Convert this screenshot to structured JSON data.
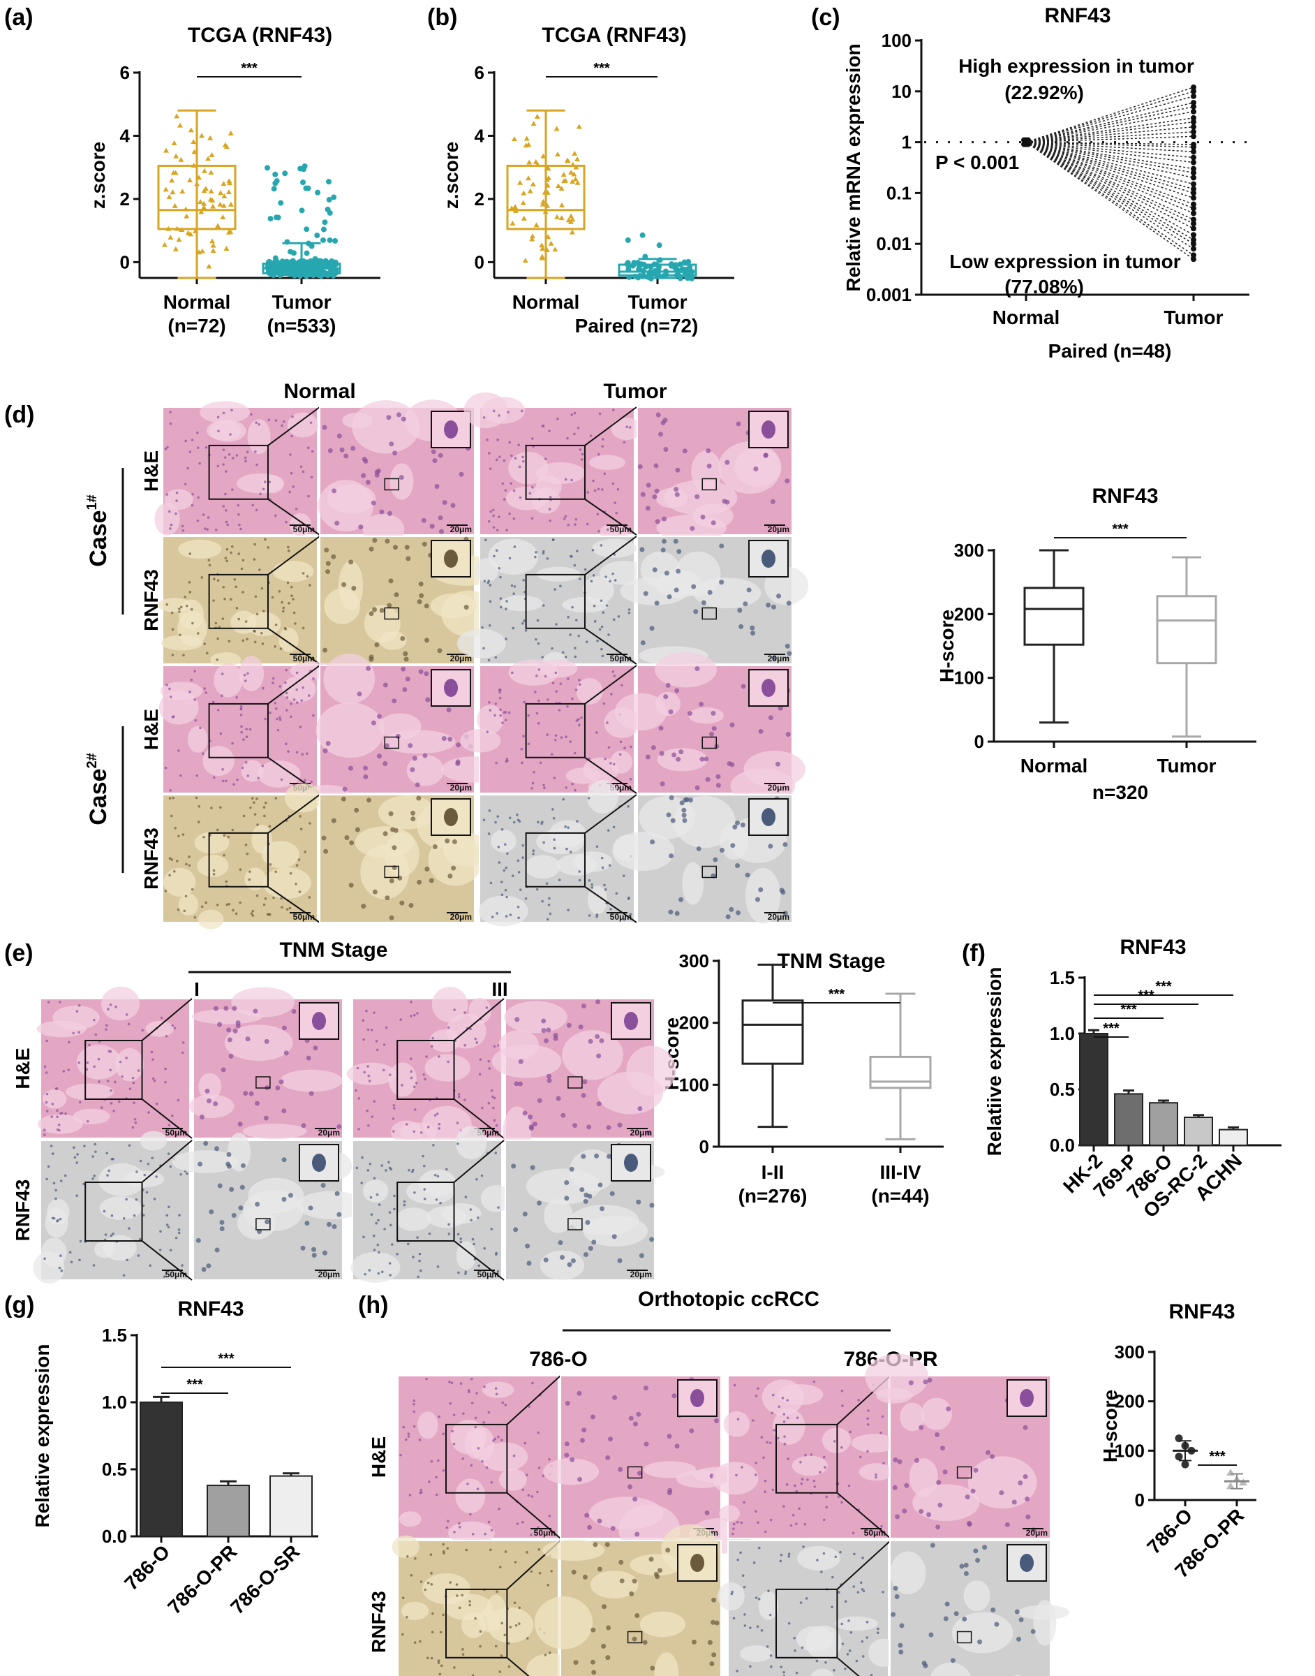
{
  "panel_labels": [
    "(a)",
    "(b)",
    "(c)",
    "(d)",
    "(e)",
    "(f)",
    "(g)",
    "(h)"
  ],
  "colors": {
    "normal": "#d9a521",
    "tumor": "#26a7b0",
    "dark": "#333333",
    "gray1": "#6e6e6e",
    "gray2": "#a0a0a0",
    "gray3": "#c8c8c8",
    "gray4": "#eeeeee",
    "he": "#e3a7c4",
    "ihc_normal": "#d8c79c",
    "ihc_tumor": "#cfcfcf"
  },
  "significance": "***",
  "chart_data": [
    {
      "id": "a",
      "type": "box",
      "title": "TCGA (RNF43)",
      "ylabel": "z.score",
      "ylim": [
        -0.5,
        6
      ],
      "yticks": [
        0,
        2,
        4,
        6
      ],
      "categories": [
        "Normal",
        "Tumor"
      ],
      "category_sublabels": [
        "(n=72)",
        "(n=533)"
      ],
      "boxes": [
        {
          "min": -0.5,
          "q1": 1.05,
          "median": 1.65,
          "q3": 3.05,
          "max": 4.8
        },
        {
          "min": -0.4,
          "q1": -0.35,
          "median": -0.2,
          "q3": -0.05,
          "max": 0.6
        }
      ]
    },
    {
      "id": "b",
      "type": "box",
      "title": "TCGA (RNF43)",
      "ylabel": "z.score",
      "ylim": [
        -0.5,
        6
      ],
      "yticks": [
        0,
        2,
        4,
        6
      ],
      "categories": [
        "Normal",
        "Tumor"
      ],
      "xlabel": "Paired (n=72)",
      "boxes": [
        {
          "min": -0.5,
          "q1": 1.05,
          "median": 1.65,
          "q3": 3.05,
          "max": 4.8
        },
        {
          "min": -0.5,
          "q1": -0.42,
          "median": -0.3,
          "q3": -0.08,
          "max": 0.1
        }
      ]
    },
    {
      "id": "c",
      "type": "line",
      "title": "RNF43",
      "ylabel": "Relative mRNA expression",
      "yscale": "log",
      "ylim": [
        0.001,
        100
      ],
      "yticks": [
        "0.001",
        "0.01",
        "0.1",
        "1",
        "10",
        "100"
      ],
      "categories": [
        "Normal",
        "Tumor"
      ],
      "xlabel": "Paired (n=48)",
      "annotations": [
        "High expression in tumor",
        "(22.92%)",
        "P < 0.001",
        "Low expression in tumor",
        "(77.08%)"
      ],
      "tumor_values": [
        12,
        10,
        8,
        6,
        5,
        4,
        3,
        2.5,
        2,
        1.6,
        1.3,
        0.9,
        0.8,
        0.65,
        0.5,
        0.4,
        0.3,
        0.25,
        0.2,
        0.15,
        0.12,
        0.1,
        0.08,
        0.06,
        0.05,
        0.04,
        0.03,
        0.025,
        0.02,
        0.015,
        0.012,
        0.01,
        0.008,
        0.006,
        0.005
      ]
    },
    {
      "id": "d",
      "type": "box",
      "title": "RNF43",
      "ylabel": "H-score",
      "ylim": [
        0,
        300
      ],
      "yticks": [
        0,
        100,
        200,
        300
      ],
      "categories": [
        "Normal",
        "Tumor"
      ],
      "xlabel": "n=320",
      "boxes": [
        {
          "min": 30,
          "q1": 152,
          "median": 208,
          "q3": 241,
          "max": 300
        },
        {
          "min": 8,
          "q1": 123,
          "median": 190,
          "q3": 228,
          "max": 289
        }
      ]
    },
    {
      "id": "e",
      "type": "box",
      "title": "TNM Stage",
      "ylabel": "H-score",
      "ylim": [
        0,
        300
      ],
      "yticks": [
        0,
        100,
        200,
        300
      ],
      "categories": [
        "I-II",
        "III-IV"
      ],
      "category_sublabels": [
        "(n=276)",
        "(n=44)"
      ],
      "boxes": [
        {
          "min": 32,
          "q1": 134,
          "median": 197,
          "q3": 236,
          "max": 294
        },
        {
          "min": 12,
          "q1": 95,
          "median": 105,
          "q3": 145,
          "max": 247
        }
      ]
    },
    {
      "id": "f",
      "type": "bar",
      "title": "RNF43",
      "ylabel": "Relatiive expression",
      "ylim": [
        0,
        1.5
      ],
      "yticks": [
        "0.0",
        "0.5",
        "1.0",
        "1.5"
      ],
      "categories": [
        "HK-2",
        "769-P",
        "786-O",
        "OS-RC-2",
        "ACHN"
      ],
      "values": [
        1.0,
        0.46,
        0.38,
        0.25,
        0.14
      ],
      "errors": [
        0.03,
        0.03,
        0.02,
        0.02,
        0.02
      ]
    },
    {
      "id": "g",
      "type": "bar",
      "title": "RNF43",
      "ylabel": "Relative expression",
      "ylim": [
        0,
        1.5
      ],
      "yticks": [
        "0.0",
        "0.5",
        "1.0",
        "1.5"
      ],
      "categories": [
        "786-O",
        "786-O-PR",
        "786-O-SR"
      ],
      "values": [
        1.0,
        0.38,
        0.45
      ],
      "errors": [
        0.04,
        0.03,
        0.02
      ]
    },
    {
      "id": "h",
      "type": "scatter",
      "title": "RNF43",
      "ylabel": "H-score",
      "ylim": [
        0,
        300
      ],
      "yticks": [
        0,
        100,
        200,
        300
      ],
      "categories": [
        "786-O",
        "786-O-PR"
      ],
      "points": [
        [
          125,
          110,
          100,
          88,
          72
        ],
        [
          55,
          42,
          35,
          28
        ]
      ],
      "means": [
        100,
        38
      ],
      "sd": [
        20,
        15
      ]
    }
  ],
  "panel_d": {
    "col_headers": [
      "Normal",
      "Tumor"
    ],
    "case_labels": [
      "Case",
      "Case"
    ],
    "case_sups": [
      "1#",
      "2#"
    ],
    "row_labels": [
      "H&E",
      "RNF43",
      "H&E",
      "RNF43"
    ],
    "scalebars": [
      "50μm",
      "20μm"
    ]
  },
  "panel_e": {
    "header": "TNM Stage",
    "stage_labels": [
      "I",
      "III"
    ],
    "row_labels": [
      "H&E",
      "RNF43"
    ],
    "scalebars": [
      "50μm",
      "20μm"
    ]
  },
  "panel_h": {
    "header": "Orthotopic ccRCC",
    "col_headers": [
      "786-O",
      "786-O-PR"
    ],
    "row_labels": [
      "H&E",
      "RNF43"
    ],
    "scalebars": [
      "50μm",
      "20μm"
    ]
  }
}
